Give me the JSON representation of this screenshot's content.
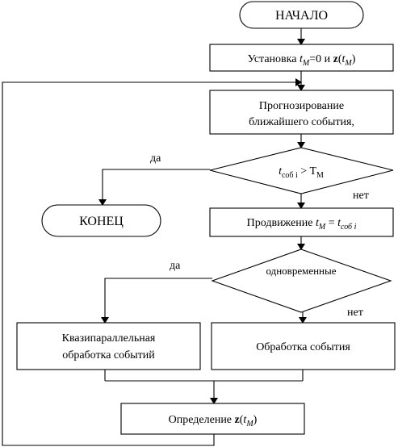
{
  "flowchart": {
    "start": "НАЧАЛО",
    "init": {
      "prefix": "Установка ",
      "t": "t",
      "sub": "M",
      "mid": "=0 и ",
      "z": "z",
      "lp": "(",
      "t2": "t",
      "sub2": "M",
      "rp": ")"
    },
    "predict": {
      "line1": "Прогнозирование",
      "line2": "ближайшего события,"
    },
    "decision1": {
      "t": "t",
      "sub": "соб i",
      "op": " > T",
      "sub2": "M"
    },
    "yes1": "да",
    "no1": "нет",
    "end": "КОНЕЦ",
    "advance": {
      "prefix": "Продвижение ",
      "t": "t",
      "sub": "M",
      "eq": " = ",
      "t2": "t",
      "sub2": "соб i"
    },
    "decision2": "одновременные",
    "yes2": "да",
    "no2": "нет",
    "parallel": {
      "line1": "Квазипараллельная",
      "line2": "обработка событий"
    },
    "process": "Обработка события",
    "determine": {
      "prefix": "Определение ",
      "z": "z",
      "lp": "(",
      "t": "t",
      "sub": "M",
      "rp": ")"
    }
  }
}
